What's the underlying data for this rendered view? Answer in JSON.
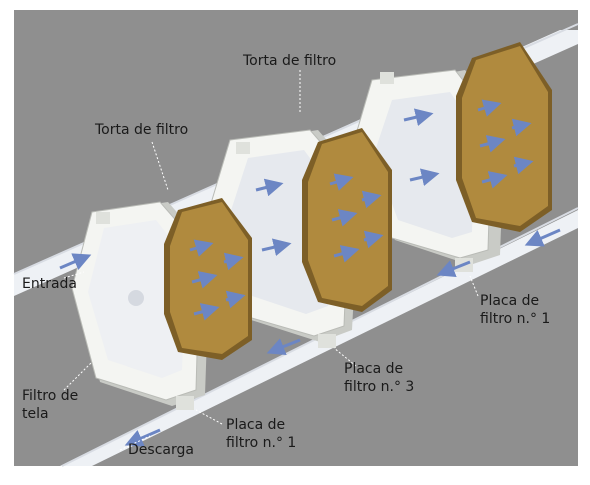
{
  "labels": {
    "torta_top": "Torta de filtro",
    "torta_left": "Torta de filtro",
    "entrada": "Entrada",
    "filtro_tela": [
      "Filtro de",
      "tela"
    ],
    "descarga": "Descarga",
    "placa_bottom": [
      "Placa de",
      "filtro n.° 1"
    ],
    "placa_mid": [
      "Placa de",
      "filtro n.° 3"
    ],
    "placa_right": [
      "Placa de",
      "filtro n.° 1"
    ]
  },
  "colors": {
    "background": "#8f8f8f",
    "frame": "#f4f5f2",
    "frame_shade": "#c9cbc6",
    "cake": "#b08a3e",
    "cake_dark": "#7d5f27",
    "arrow": "#6c86c4",
    "pipe": "#eef1f5"
  }
}
